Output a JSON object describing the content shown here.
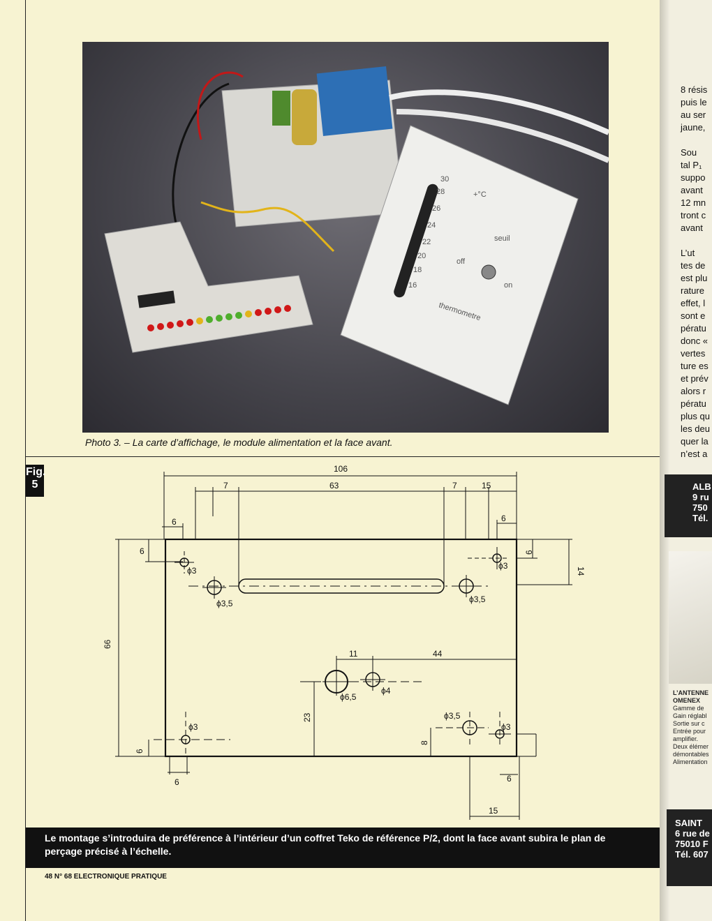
{
  "photo": {
    "caption": "Photo 3. – La carte d’affichage, le module alimentation et la face avant.",
    "panel_labels": {
      "scale": [
        "30",
        "28",
        "26",
        "24",
        "22",
        "20",
        "18",
        "16"
      ],
      "unit": "+°C",
      "seuil": "seuil",
      "off": "off",
      "on": "on",
      "thermometre": "thermometre"
    }
  },
  "figure": {
    "label_fig": "Fig.",
    "label_num": "5",
    "dims": {
      "d106": "106",
      "d7a": "7",
      "d63": "63",
      "d7b": "7",
      "d15a": "15",
      "d6a": "6",
      "d6b": "6",
      "d6c": "6",
      "d6d": "6",
      "d6e": "6",
      "d6f": "6",
      "d6g": "6",
      "d66": "66",
      "d14": "14",
      "d11": "11",
      "d44": "44",
      "d23": "23",
      "d8": "8",
      "d15b": "15",
      "h_phi3_tl": "ϕ3",
      "h_phi3_tr": "ϕ3",
      "h_phi35_l": "ϕ3,5",
      "h_phi35_r": "ϕ3,5",
      "h_phi65": "ϕ6,5",
      "h_phi4": "ϕ4",
      "h_phi3_bl": "ϕ3",
      "h_phi35_br": "ϕ3,5",
      "h_phi3_br": "ϕ3"
    }
  },
  "bottom_caption": "Le montage s’introduira de préférence à l’intérieur d’un coffret Teko de référence P/2, dont la face avant subira le plan de perçage précisé à l’échelle.",
  "footer": "48 N° 68 ELECTRONIQUE PRATIQUE",
  "right_column": {
    "lines": [
      "8 résis",
      "puis le",
      "au ser",
      "jaune,",
      "",
      "Sou",
      "tal P₁",
      "suppo",
      "avant",
      "12 mn",
      "tront c",
      "avant",
      "",
      "L’ut",
      "tes de",
      "est plu",
      "rature",
      "effet, l",
      "sont e",
      "pératu",
      "donc «",
      "vertes",
      "ture es",
      "et prév",
      "alors r",
      "pératu",
      "plus qu",
      "les deu",
      "quer la",
      "n’est a"
    ]
  },
  "ads": {
    "ad1_lines": [
      "ALB",
      "9 ru",
      "750",
      "Tél."
    ],
    "small_title": "L’ANTENNE",
    "small_brand": "OMENEX",
    "small_lines": [
      "Gamme de",
      "Gain réglabl",
      "Sortie sur c",
      "Entrée pour",
      "amplifier.",
      "Deux élémer",
      "démontables",
      "Alimentation"
    ],
    "ad2_lines": [
      "SAINT",
      "6 rue de",
      "75010 F",
      "Tél. 607"
    ]
  }
}
